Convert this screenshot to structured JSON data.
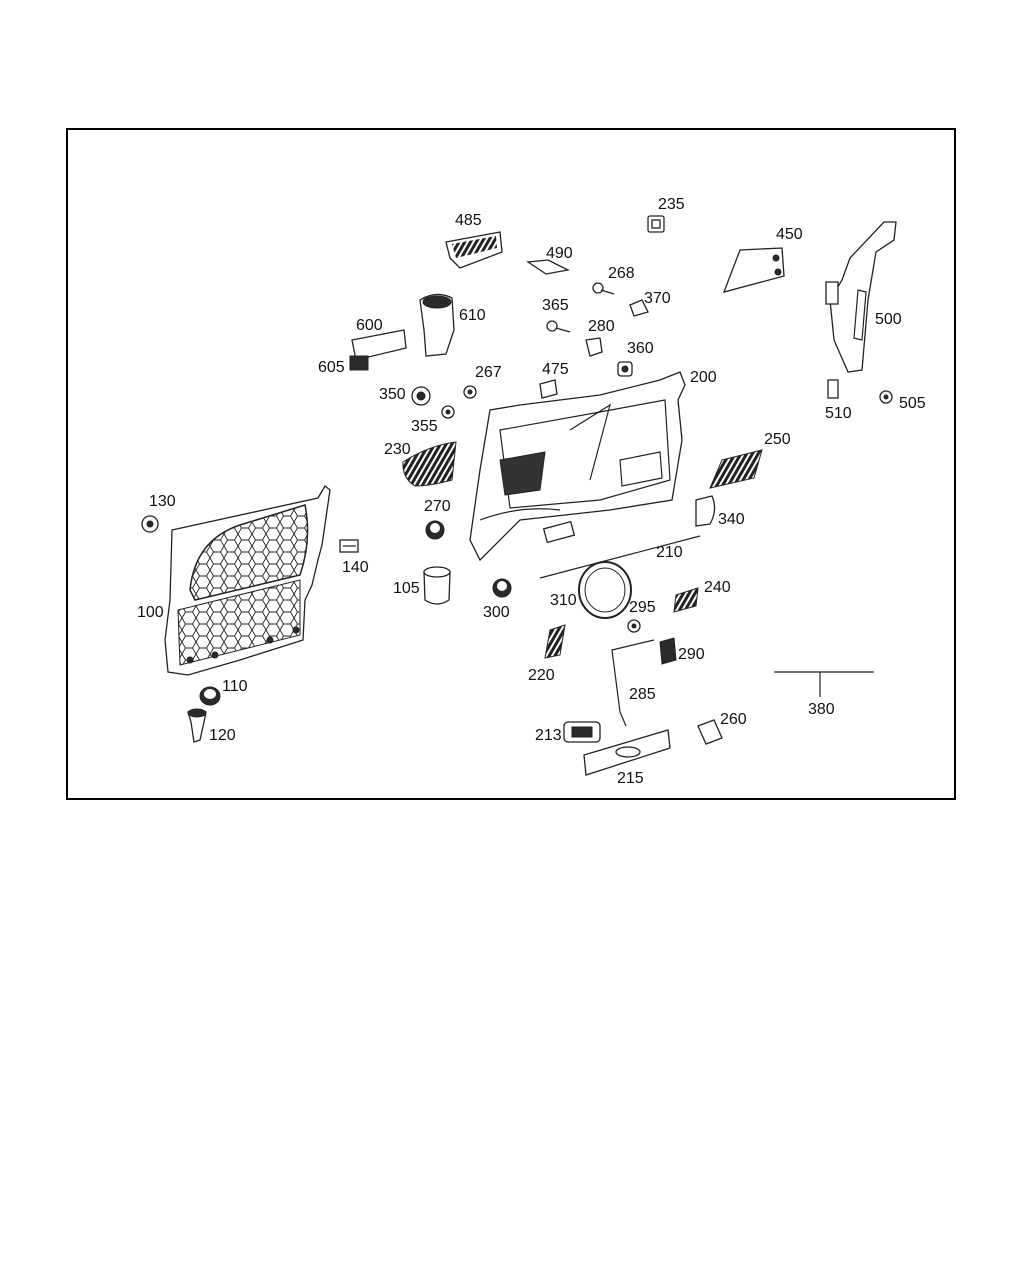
{
  "callouts": {
    "p100": "100",
    "p105": "105",
    "p110": "110",
    "p120": "120",
    "p130": "130",
    "p140": "140",
    "p200": "200",
    "p210": "210",
    "p213": "213",
    "p215": "215",
    "p220": "220",
    "p230": "230",
    "p235": "235",
    "p240": "240",
    "p250": "250",
    "p260": "260",
    "p267": "267",
    "p268": "268",
    "p270": "270",
    "p280": "280",
    "p285": "285",
    "p290": "290",
    "p295": "295",
    "p300": "300",
    "p310": "310",
    "p340": "340",
    "p350": "350",
    "p355": "355",
    "p360": "360",
    "p365": "365",
    "p370": "370",
    "p380": "380",
    "p450": "450",
    "p475": "475",
    "p485": "485",
    "p490": "490",
    "p500": "500",
    "p505": "505",
    "p510": "510",
    "p600": "600",
    "p605": "605",
    "p610": "610"
  }
}
